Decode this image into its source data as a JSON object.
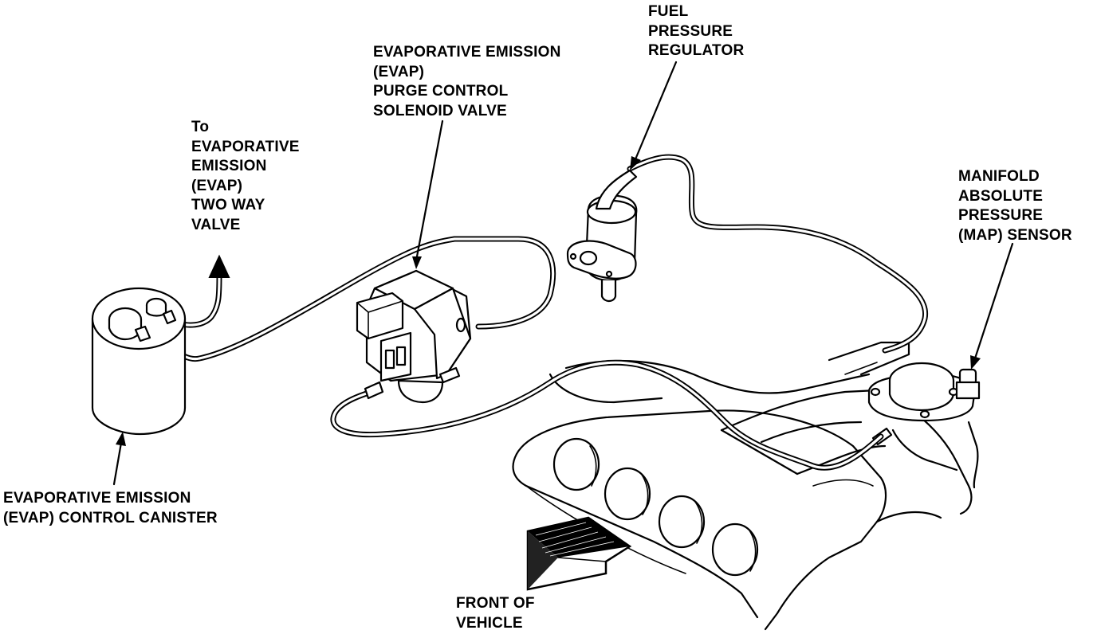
{
  "labels": {
    "two_way_valve": [
      "To",
      "EVAPORATIVE",
      "EMISSION",
      "(EVAP)",
      "TWO WAY",
      "VALVE"
    ],
    "purge_solenoid": [
      "EVAPORATIVE EMISSION",
      "(EVAP)",
      "PURGE CONTROL",
      "SOLENOID VALVE"
    ],
    "fuel_regulator": [
      "FUEL",
      "PRESSURE",
      "REGULATOR"
    ],
    "map_sensor": [
      "MANIFOLD",
      "ABSOLUTE",
      "PRESSURE",
      "(MAP) SENSOR"
    ],
    "canister": [
      "EVAPORATIVE EMISSION",
      "(EVAP) CONTROL CANISTER"
    ],
    "front": [
      "FRONT OF",
      "VEHICLE"
    ]
  },
  "icons": {
    "direction_arrow": "arrow-up-icon",
    "front_arrow": "front-of-vehicle-arrow-icon"
  },
  "colors": {
    "ink": "#000000",
    "paper": "#ffffff"
  }
}
